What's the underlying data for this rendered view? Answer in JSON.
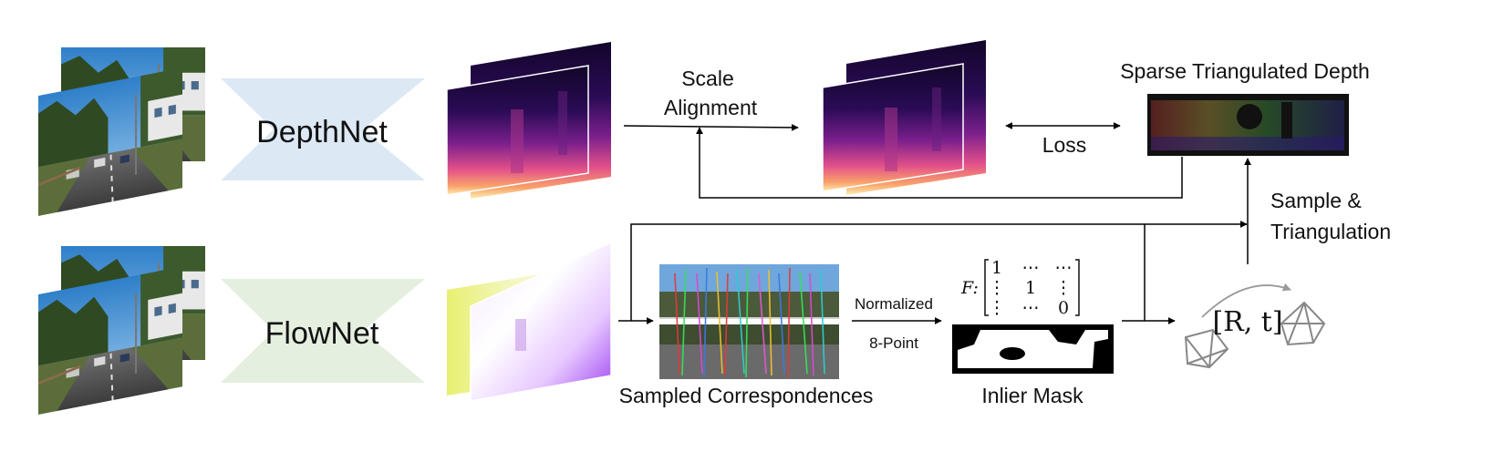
{
  "networks": {
    "depth": "DepthNet",
    "flow": "FlowNet"
  },
  "labels": {
    "scale_alignment_line1": "Scale",
    "scale_alignment_line2": "Alignment",
    "loss": "Loss",
    "sparse_depth": "Sparse Triangulated Depth",
    "sample_line1": "Sample &",
    "sample_line2": "Triangulation",
    "normalized": "Normalized",
    "eight_point": "8-Point",
    "sampled_correspondences": "Sampled Correspondences",
    "inlier_mask": "Inlier Mask",
    "pose": "[R, t]"
  },
  "matrix": {
    "prefix": "F:",
    "rows": [
      [
        "1",
        "⋯",
        "⋯"
      ],
      [
        "⋮",
        "1",
        "⋮"
      ],
      [
        "⋮",
        "⋯",
        "0"
      ]
    ]
  },
  "colors": {
    "depthnet_fill": "#dde8f5",
    "flownet_fill": "#e4efdf",
    "arrow": "#000000"
  }
}
